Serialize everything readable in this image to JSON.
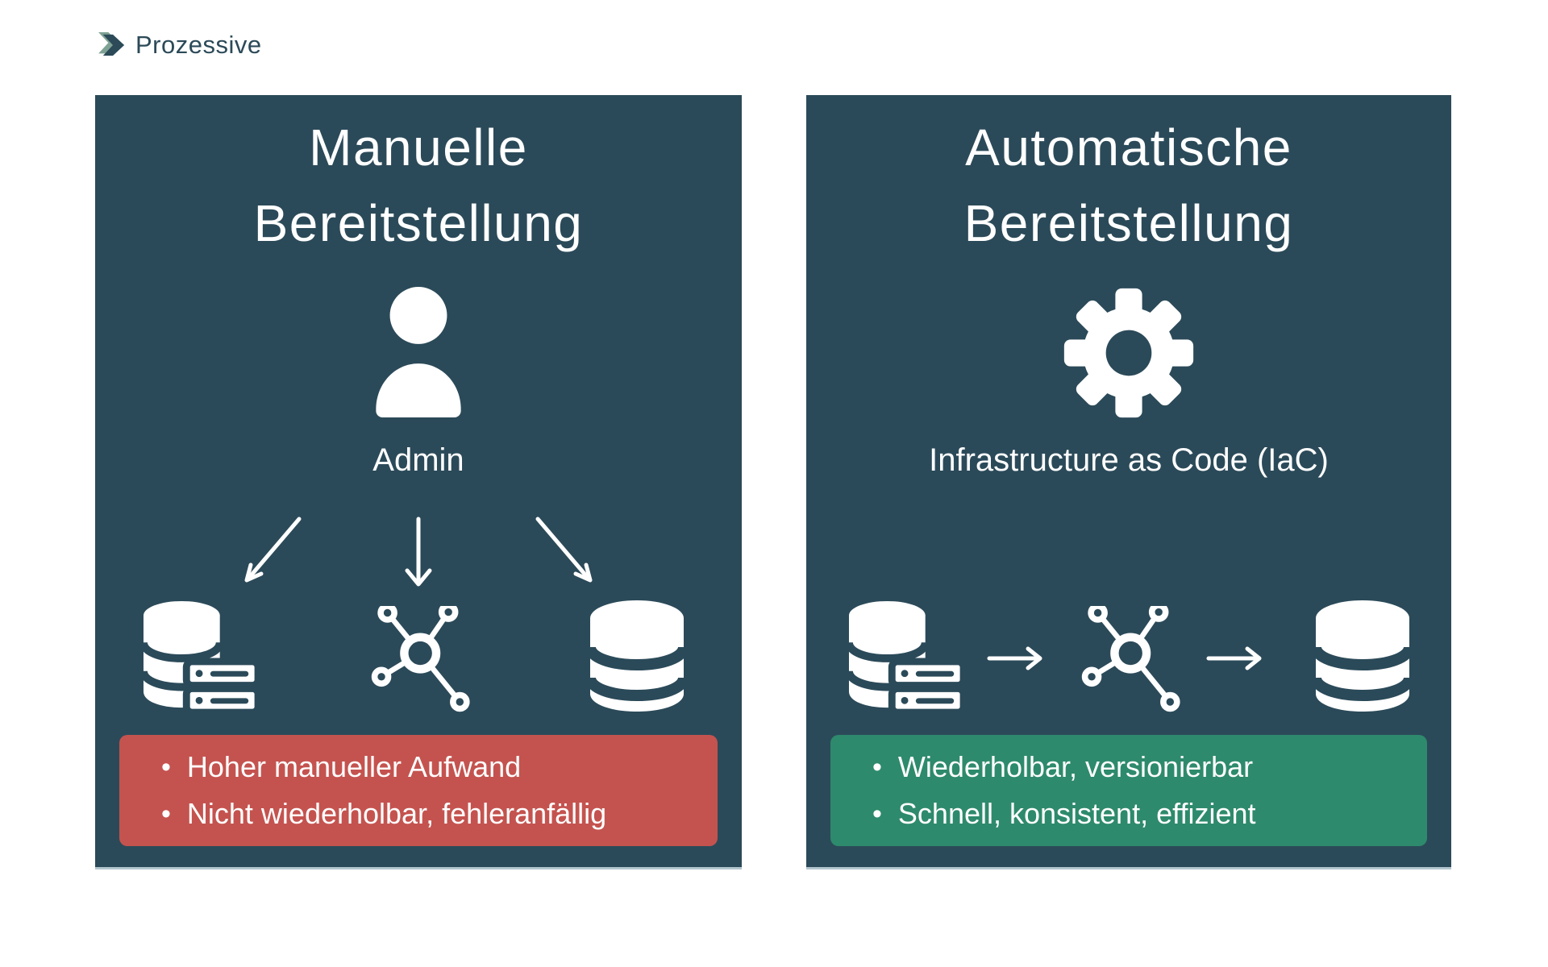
{
  "logo": {
    "text": "Prozessive",
    "icon": "chevron-right-icon"
  },
  "colors": {
    "background": "#ffffff",
    "panel_bg": "#2b4a59",
    "negative_box": "#c4534f",
    "positive_box": "#2e8a6c",
    "text_light": "#ffffff",
    "logo_text": "#2c4a58",
    "logo_chevron_light": "#7fa294",
    "logo_chevron_dark": "#2c4a58",
    "panel_bottom_edge": "#b3c6ce"
  },
  "bullet_char": "•",
  "panels": {
    "left": {
      "title_line1": "Manuelle",
      "title_line2": "Bereitstellung",
      "center_icon": "person-icon",
      "center_label": "Admin",
      "flow_icons": [
        "database-server-icon",
        "network-icon",
        "database-icon"
      ],
      "bullets": [
        "Hoher manueller Aufwand",
        "Nicht wiederholbar, fehleranfällig"
      ]
    },
    "right": {
      "title_line1": "Automatische",
      "title_line2": "Bereitstellung",
      "center_icon": "gear-icon",
      "center_label": "Infrastructure as Code (IaC)",
      "flow_icons": [
        "database-server-icon",
        "network-icon",
        "database-icon"
      ],
      "bullets": [
        "Wiederholbar, versionierbar",
        "Schnell, konsistent, effizient"
      ]
    }
  }
}
